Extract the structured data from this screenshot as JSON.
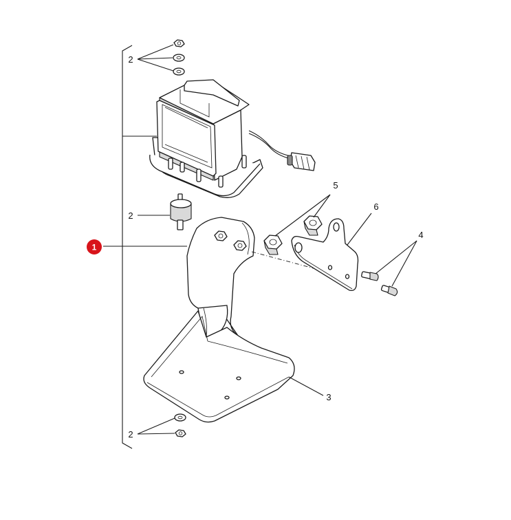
{
  "callouts": {
    "assembly": "1",
    "fasteners_top": "2",
    "mount": "2",
    "fasteners_bottom": "2",
    "bracket": "3",
    "screws": "4",
    "nuts": "5",
    "plate": "6"
  },
  "colors": {
    "badge": "#d8141b",
    "line": "#1a1a1a",
    "shade": "#d9d9d9"
  }
}
